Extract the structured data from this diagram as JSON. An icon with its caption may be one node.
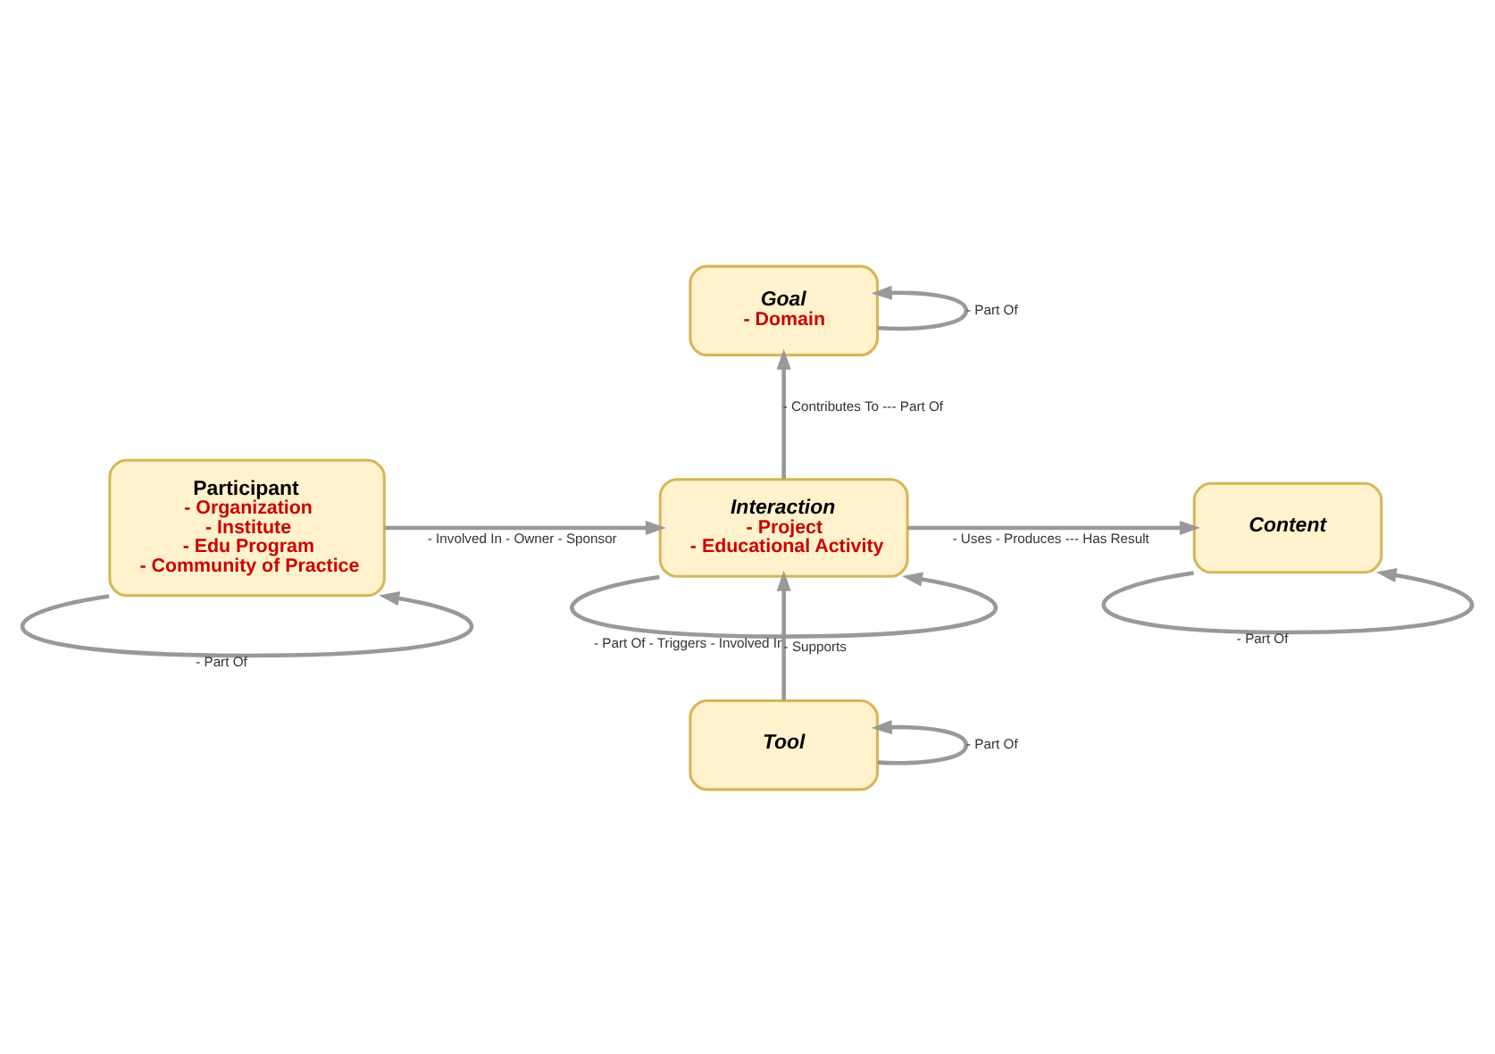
{
  "diagram": {
    "nodes": [
      {
        "text": [
          "Goal",
          "- Domain"
        ]
      },
      {
        "text": [
          "Participant",
          "- Organization",
          "- Institute",
          "- Edu Program",
          "- Community of Practice"
        ]
      },
      {
        "text": [
          "Interaction",
          "- Project",
          "- Educational Activity"
        ]
      },
      {
        "text": [
          "Content"
        ]
      },
      {
        "text": [
          "Tool"
        ]
      }
    ],
    "edges": [
      {
        "from": 0,
        "to": 0,
        "arrow": "to",
        "label": "- Part Of"
      },
      {
        "from": 2,
        "to": 0,
        "arrow": "to",
        "label": "- Contributes To --- Part Of"
      },
      {
        "from": 1,
        "to": 2,
        "arrow": "to",
        "label": "- Involved In - Owner - Sponsor"
      },
      {
        "from": 2,
        "to": 3,
        "arrow": "to",
        "label": "- Uses - Produces --- Has Result"
      },
      {
        "from": 1,
        "to": 1,
        "arrow": "to",
        "label": "- Part Of"
      },
      {
        "from": 2,
        "to": 2,
        "arrow": "to",
        "label": "- Part Of - Triggers - Involved In"
      },
      {
        "from": 3,
        "to": 3,
        "arrow": "to",
        "label": "- Part Of"
      },
      {
        "from": 4,
        "to": 2,
        "arrow": "to",
        "label": "- Supports"
      },
      {
        "from": 4,
        "to": 4,
        "arrow": "to",
        "label": "- Part Of"
      }
    ]
  }
}
